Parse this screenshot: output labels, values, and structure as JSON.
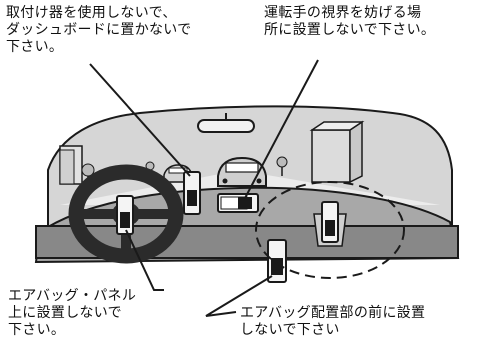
{
  "captions": {
    "top_left": [
      "取付け器を使用しないで、",
      "ダッシュボードに置かないで",
      "下さい。"
    ],
    "top_right": [
      "運転手の視界を妨げる場",
      "所に設置しないで下さい。"
    ],
    "bottom_left": [
      "エアバッグ・パネル",
      "上に設置しないで",
      "下さい。"
    ],
    "bottom_right": [
      "エアバッグ配置部の前に設置",
      "しないで下さい"
    ]
  },
  "colors": {
    "windshield_fill": "#d6d6d6",
    "dashboard_fill": "#a8a8a8",
    "lower_dash_fill": "#888888",
    "outline": "#1a1a1a",
    "steering_wheel": "#2b2b2b",
    "background": "#ffffff"
  },
  "icons": [
    "steering-wheel-icon",
    "rearview-mirror-icon",
    "car-icon",
    "tree-icon",
    "building-icon",
    "gps-device-icon"
  ]
}
